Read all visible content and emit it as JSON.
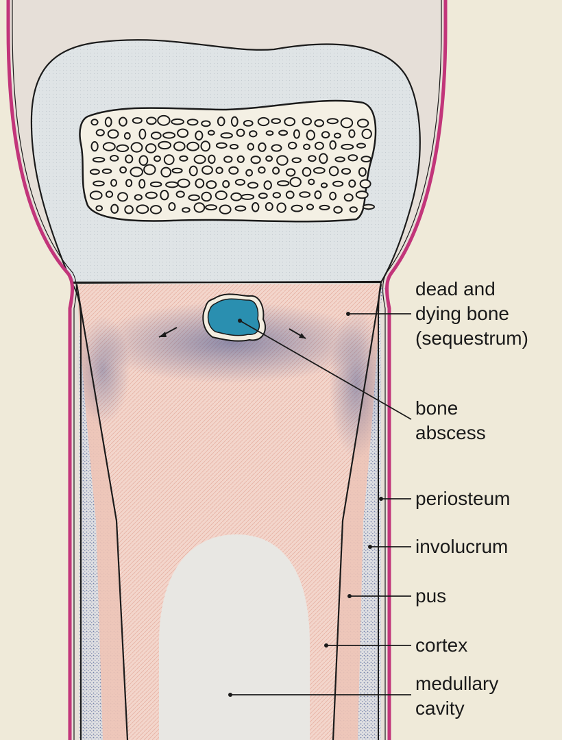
{
  "labels": {
    "sequestrum": [
      "dead and",
      "dying bone",
      "(sequestrum)"
    ],
    "abscess": [
      "bone",
      "abscess"
    ],
    "periosteum": "periosteum",
    "involucrum": "involucrum",
    "pus": "pus",
    "cortex": "cortex",
    "medullary": [
      "medullary",
      "cavity"
    ]
  },
  "colors": {
    "background": "#efead9",
    "periosteum": "#c2357a",
    "outline": "#1b1b1b",
    "epiphysis": "#d6dde1",
    "cortex_pink": "#f0cbbf",
    "abscess": "#2a8fb0",
    "pus_dots": "#4a5f95",
    "medullary": "#e6e5df"
  }
}
